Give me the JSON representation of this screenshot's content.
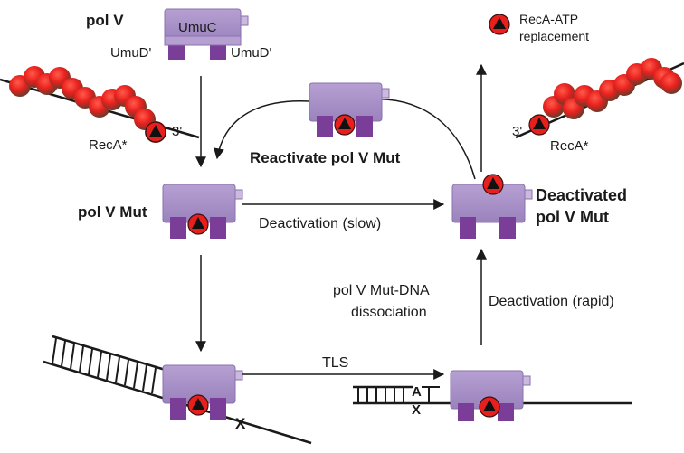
{
  "labels": {
    "pol_v": "pol V",
    "umuc": "UmuC",
    "umud_left": "UmuD'",
    "umud_right": "UmuD'",
    "reca_star_left": "RecA*",
    "three_prime_left": "3'",
    "reca_star_right": "RecA*",
    "three_prime_right": "3'",
    "legend_line1": "RecA-ATP",
    "legend_line2": "replacement",
    "reactivate": "Reactivate pol V Mut",
    "pol_v_mut": "pol V Mut",
    "deactivated_line1": "Deactivated",
    "deactivated_line2": "pol V Mut",
    "deactivation_slow": "Deactivation (slow)",
    "dissociation_line1": "pol V Mut-DNA",
    "dissociation_line2": "dissociation",
    "deactivation_rapid": "Deactivation (rapid)",
    "tls": "TLS",
    "lesion_x_left": "X",
    "base_a": "A",
    "base_x": "X"
  },
  "colors": {
    "complex_top": "#cbb9de",
    "complex_front": "#a891c6",
    "complex_edge": "#8a72ad",
    "umud": "#7a3d98",
    "umud_dark": "#5a2a75",
    "reca_red": "#e8201d",
    "reca_dark": "#6b3a2a",
    "line": "#1a1a1a"
  },
  "icons": {
    "reca_atp": "red-circle-black-triangle-icon",
    "pol_v_complex": "purple-block-icon"
  }
}
